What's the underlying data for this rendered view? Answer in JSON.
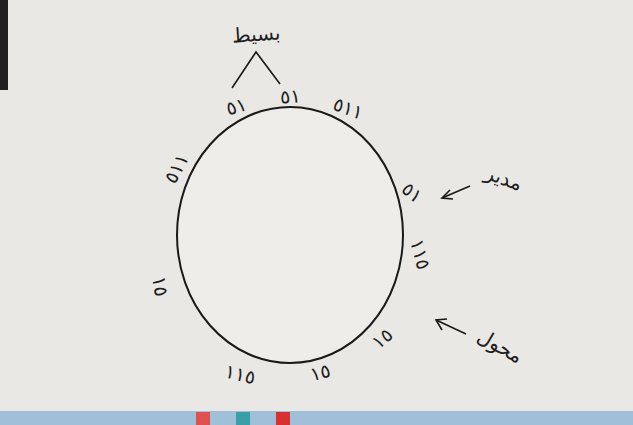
{
  "diagram": {
    "labels": [
      "بسيط",
      "٥١",
      "٥١",
      "٥١١",
      "مدير",
      "٥١",
      "١١٥",
      "محول",
      "١٥",
      "١٥",
      "١١٥",
      "١٥",
      "٥١١"
    ]
  }
}
